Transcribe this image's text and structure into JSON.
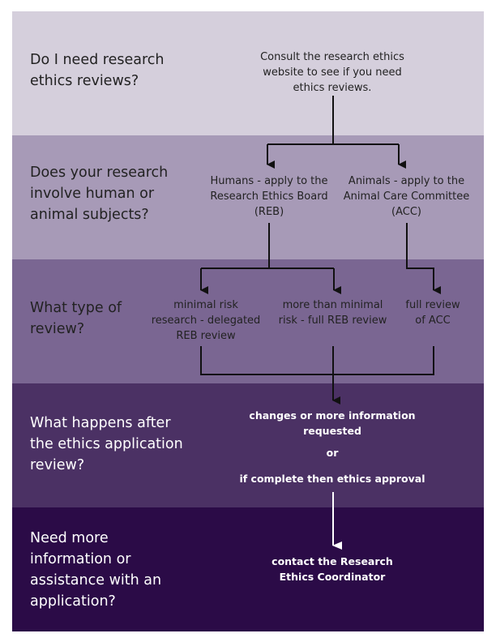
{
  "rows": [
    {
      "question": "Do I need research ethics reviews?"
    },
    {
      "question": "Does your research involve human or animal subjects?"
    },
    {
      "question": "What type of review?"
    },
    {
      "question": "What happens after the ethics application review?"
    },
    {
      "question": "Need more information or assistance with an application?"
    }
  ],
  "nodes": {
    "consult": "Consult the research ethics website to see if you need ethics reviews.",
    "humans": "Humans - apply to the Research Ethics Board (REB)",
    "animals": "Animals - apply to the Animal Care Committee (ACC)",
    "minimal_risk": "minimal risk research - delegated REB review",
    "more_than_minimal": "more than minimal risk - full REB review",
    "full_acc": "full review of ACC",
    "changes": "changes or more information requested",
    "or": "or",
    "approval": "if complete then ethics approval",
    "contact": "contact the Research Ethics Coordinator"
  },
  "colors": {
    "band1": "#d5cfdc",
    "band2": "#a79ab7",
    "band3": "#7a6692",
    "band4": "#4b3164",
    "band5": "#2b0b47",
    "arrow_dark": "#111111",
    "arrow_light": "#ffffff"
  }
}
